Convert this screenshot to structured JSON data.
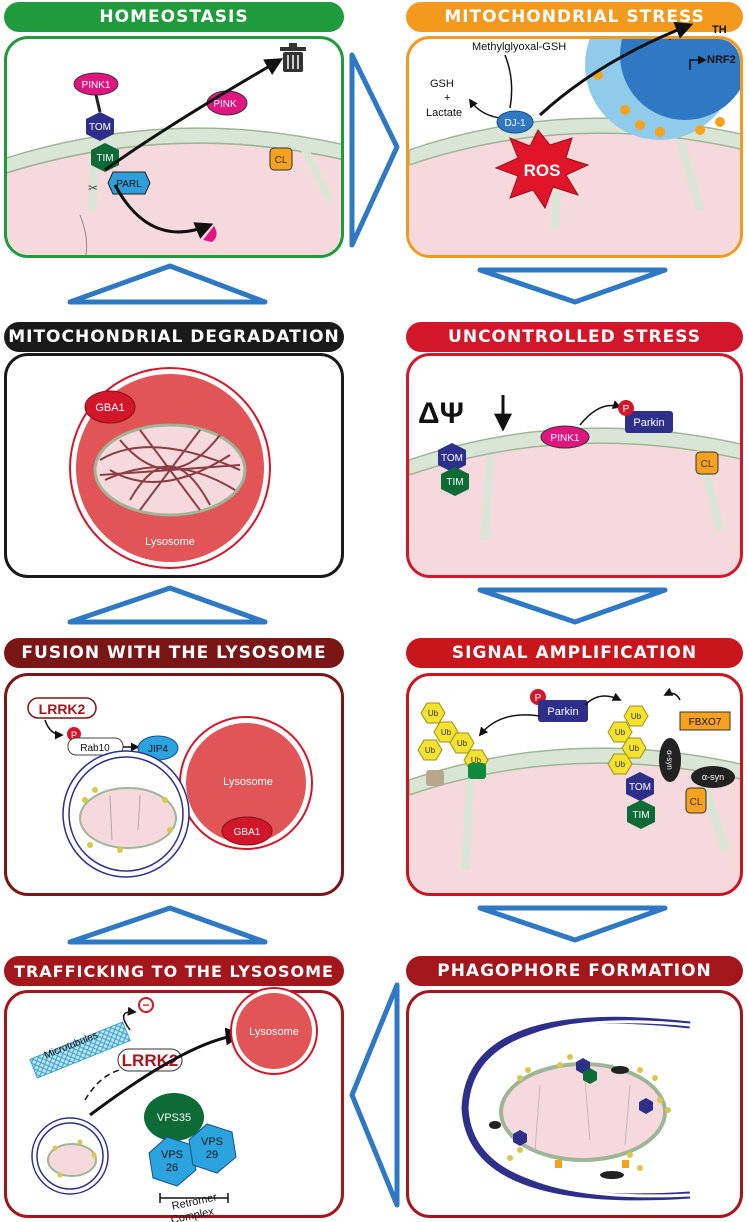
{
  "headers": {
    "homeostasis": "HOMEOSTASIS",
    "mito_stress": "MITOCHONDRIAL STRESS",
    "mito_degradation": "MITOCHONDRIAL DEGRADATION",
    "uncontrolled_stress": "UNCONTROLLED STRESS",
    "fusion": "FUSION WITH THE LYSOSOME",
    "signal_amp": "SIGNAL AMPLIFICATION",
    "trafficking": "TRAFFICKING TO THE LYSOSOME",
    "phagophore": "PHAGOPHORE FORMATION"
  },
  "colors": {
    "green": "#1f9a3c",
    "orange": "#f39a1e",
    "black": "#1a1a1a",
    "red": "#d3172a",
    "darkred": "#7a1616",
    "arrow_blue": "#2f78c4"
  },
  "labels": {
    "pink1": "PINK1",
    "pink": "PINK",
    "tom": "TOM",
    "tim": "TIM",
    "parl": "PARL",
    "cl": "CL",
    "methylglyoxal": "Methylglyoxal-GSH",
    "gsh": "GSH",
    "plus": "+",
    "lactate": "Lactate",
    "dj1": "DJ-1",
    "ros": "ROS",
    "th": "TH",
    "nrf2": "NRF2",
    "gba1": "GBA1",
    "lysosome": "Lysosome",
    "delta_psi": "ΔΨ",
    "p": "P",
    "parkin": "Parkin",
    "lrrk2": "LRRK2",
    "rab10": "Rab10",
    "jip4": "JIP4",
    "ub": "Ub",
    "fbxo7": "FBXO7",
    "asyn": "α-syn",
    "microtubules": "Microtubules",
    "minus": "−",
    "vps35": "VPS35",
    "vps26_a": "VPS",
    "vps26_b": "26",
    "vps29_a": "VPS",
    "vps29_b": "29",
    "retromer_a": "Retromer",
    "retromer_b": "Complex"
  }
}
